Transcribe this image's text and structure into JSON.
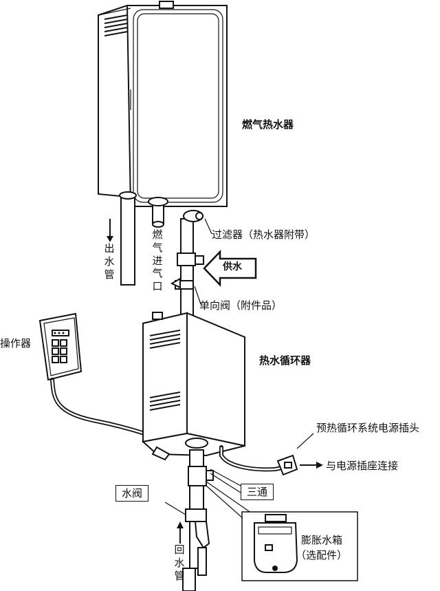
{
  "labels": {
    "heater": "燃气热水器",
    "filter": "过滤器（热水器附带）",
    "supply": "供水",
    "check_valve": "单向阀（附件品）",
    "outlet_pipe": "出水管",
    "gas_inlet": "燃气进气口",
    "controller": "操作器",
    "circulator": "热水循环器",
    "power_plug": "预热循环系统电源插头",
    "power_connect": "与电源插座连接",
    "tee": "三通",
    "water_valve": "水阀",
    "expansion_tank": "膨胀水箱",
    "expansion_tank_note": "（选配件）",
    "return_pipe": "回水管"
  },
  "colors": {
    "line": "#111111",
    "fill": "#ffffff",
    "shade": "#e6e6e6"
  }
}
